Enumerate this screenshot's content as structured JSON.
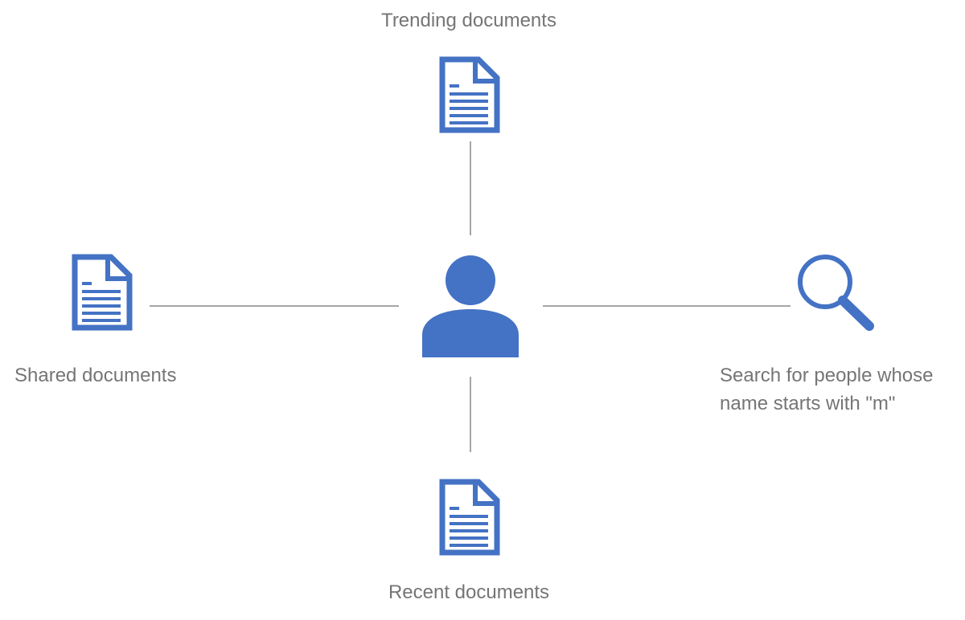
{
  "diagram": {
    "nodes": {
      "trending": {
        "label": "Trending documents",
        "icon": "document-icon"
      },
      "shared": {
        "label": "Shared documents",
        "icon": "document-icon"
      },
      "recent": {
        "label": "Recent documents",
        "icon": "document-icon"
      },
      "search": {
        "label_line1": "Search for people whose",
        "label_line2": "name starts with \"m\"",
        "icon": "search-icon"
      },
      "center": {
        "icon": "user-icon"
      }
    },
    "colors": {
      "accent": "#4472C4",
      "text": "#757575",
      "connector": "#A6A6A6",
      "background": "#FFFFFF"
    }
  }
}
